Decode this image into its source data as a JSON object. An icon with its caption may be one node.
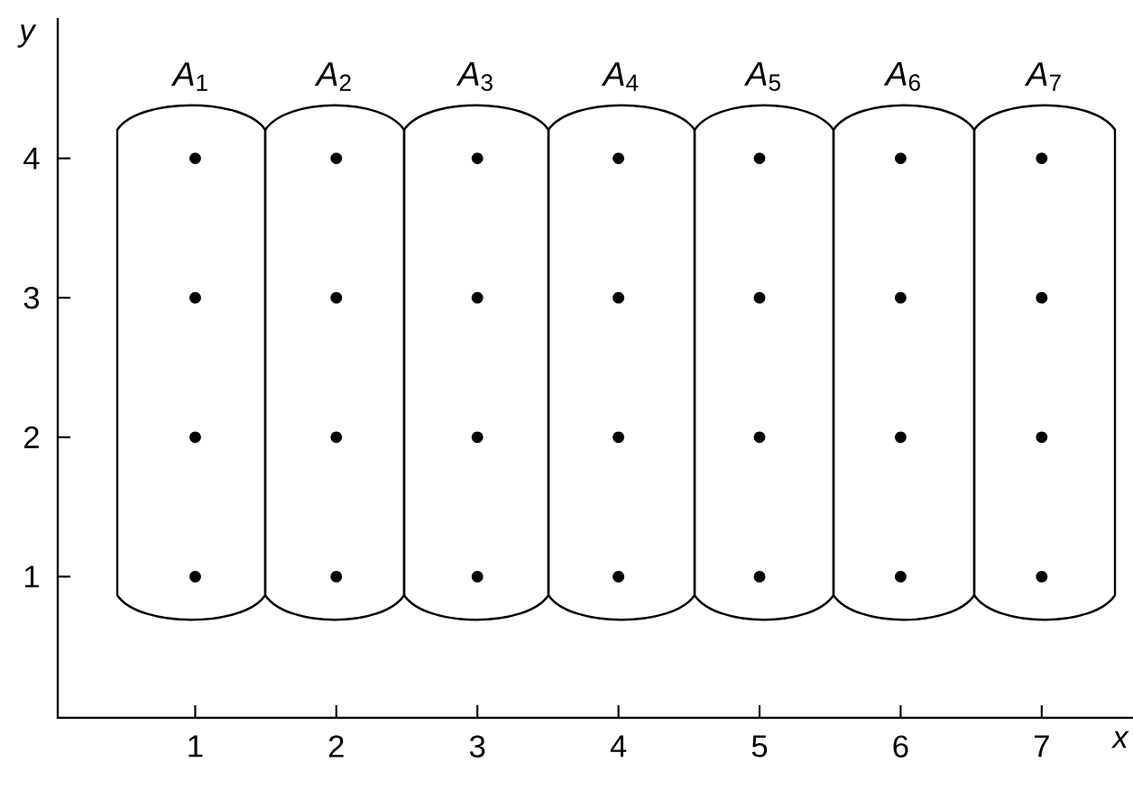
{
  "diagram": {
    "nodes": [
      {
        "text": [
          "*A*$_{1}$"
        ]
      },
      {
        "text": [
          "*A*$_{2}$"
        ]
      },
      {
        "text": [
          "*A*$_{3}$"
        ]
      },
      {
        "text": [
          "*A*$_{4}$"
        ]
      },
      {
        "text": [
          "*A*$_{5}$"
        ]
      },
      {
        "text": [
          "*A*$_{6}$"
        ]
      },
      {
        "text": [
          "*A*$_{7}$"
        ]
      }
    ],
    "labels": [
      "y",
      "4",
      "3",
      "2",
      "1",
      "1",
      "2",
      "3",
      "4",
      "5",
      "6",
      "7",
      "x"
    ]
  }
}
